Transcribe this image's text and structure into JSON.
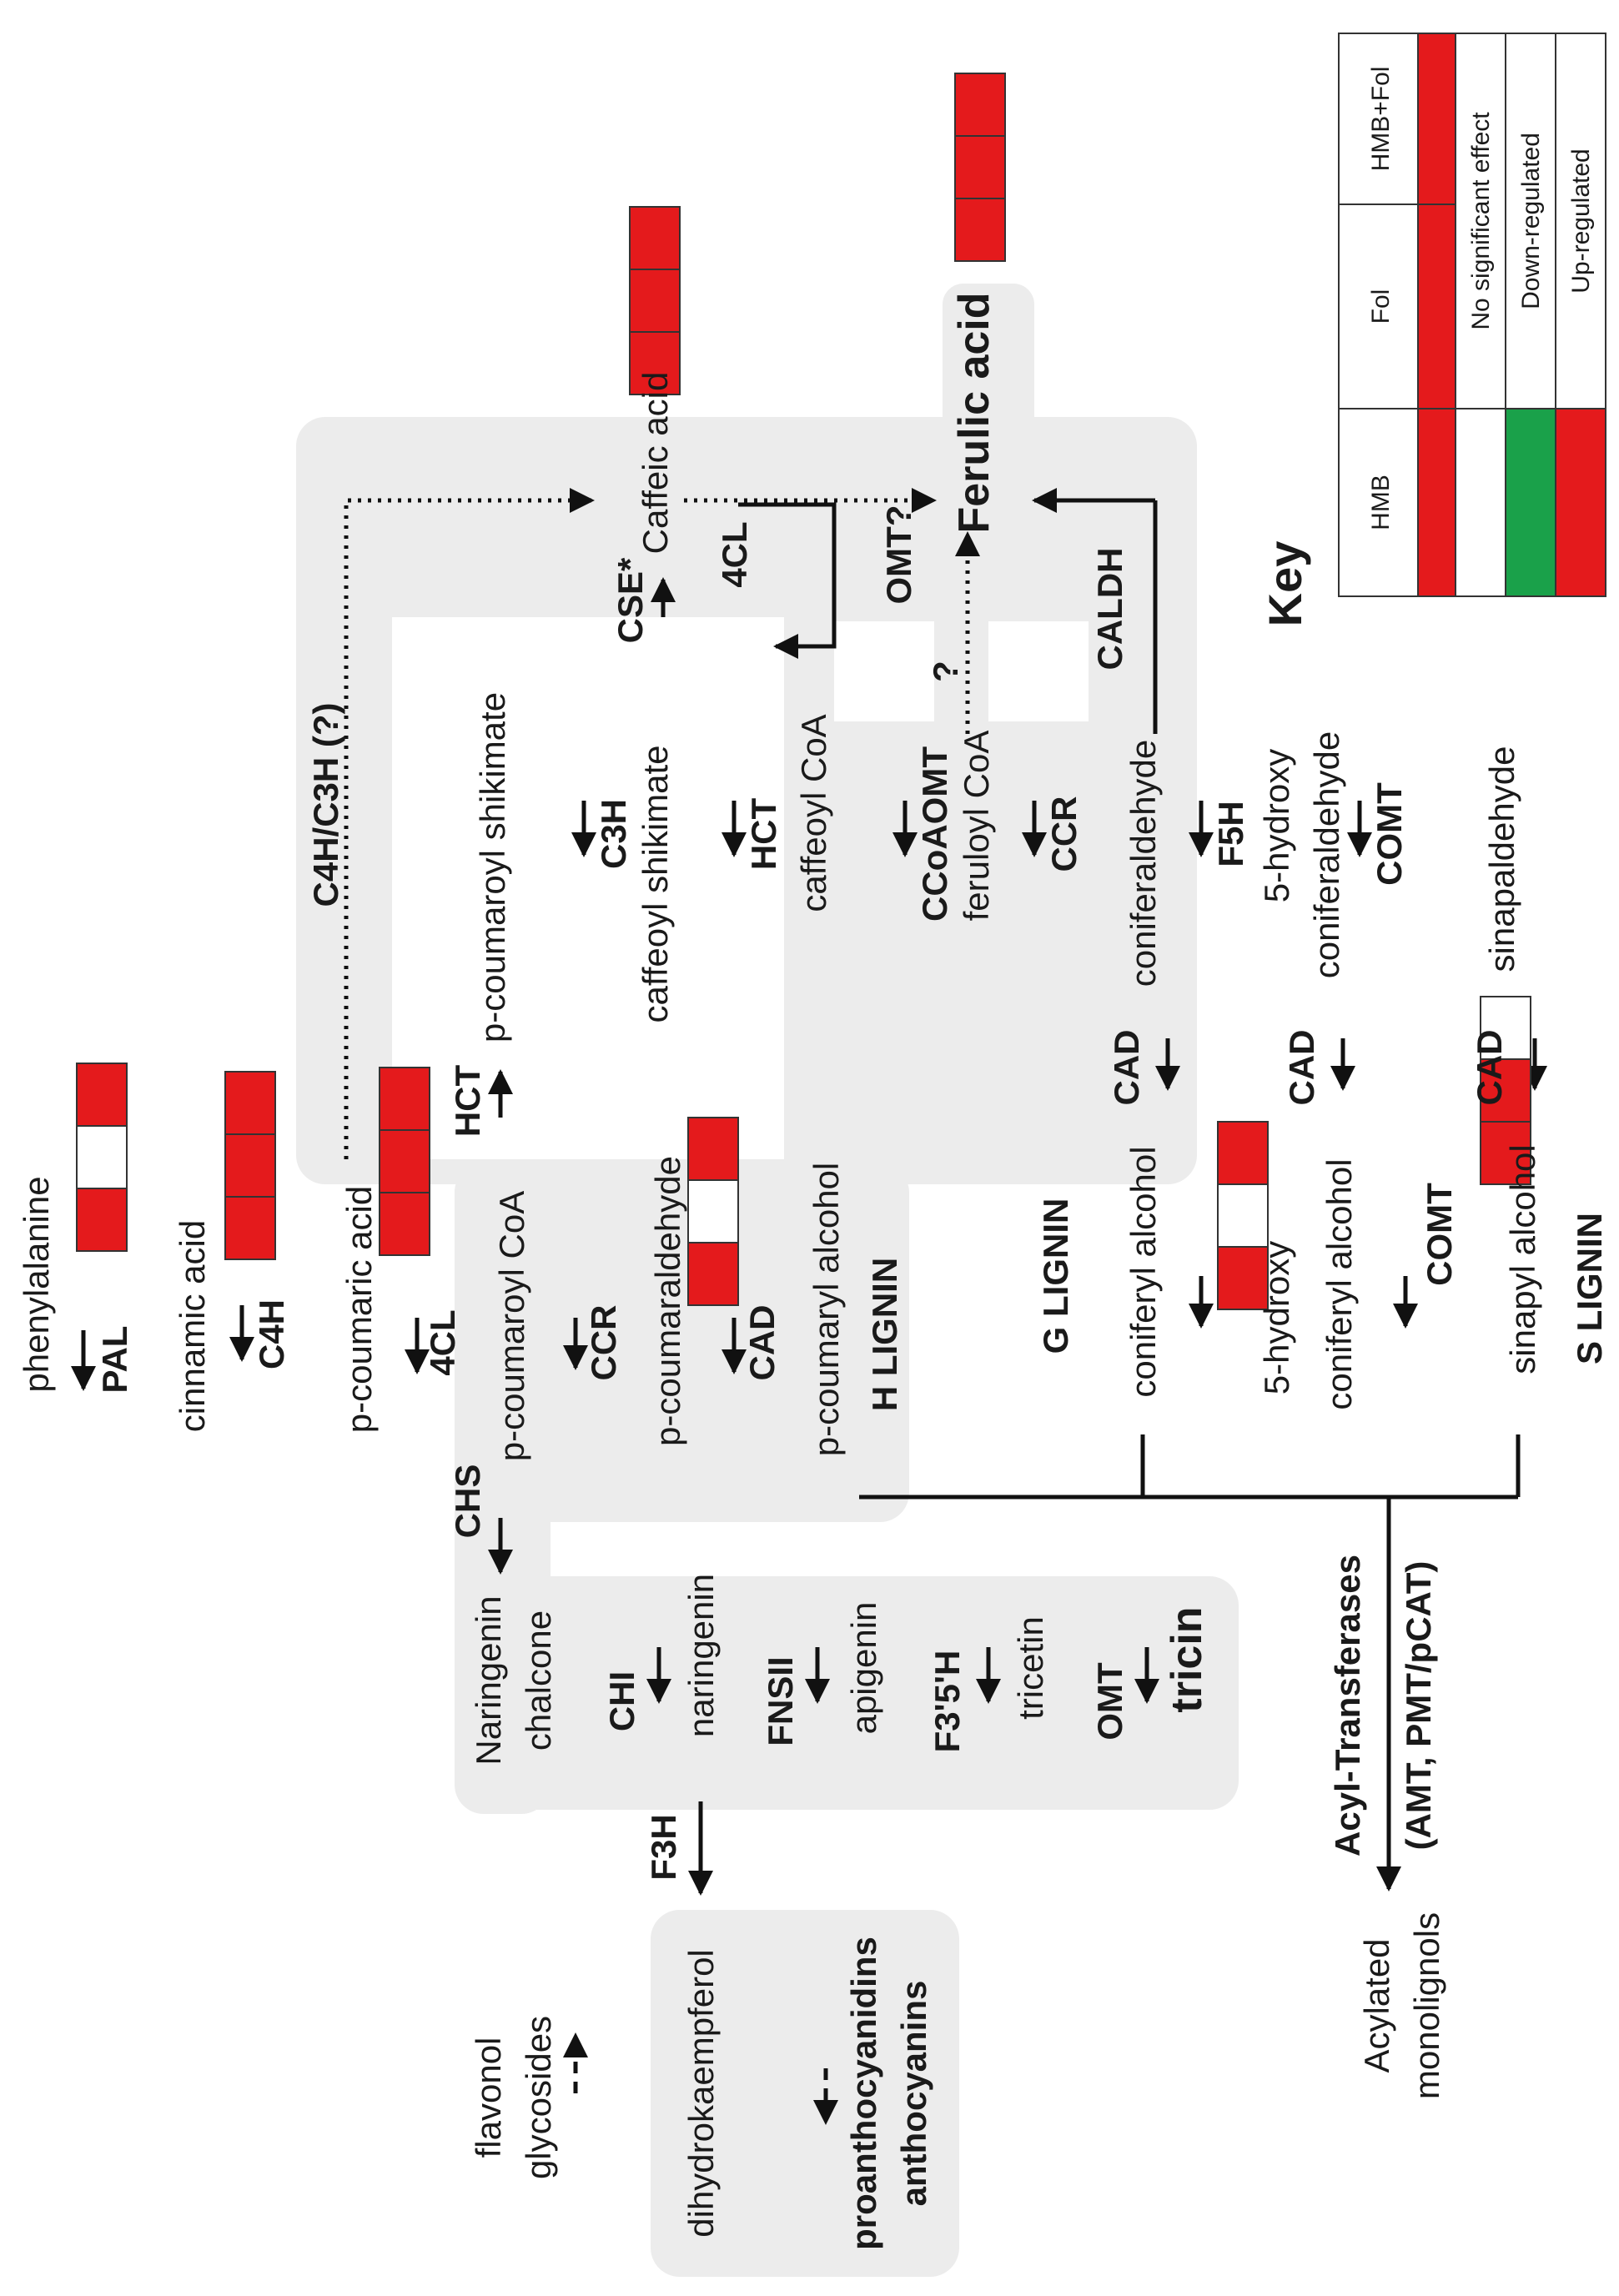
{
  "colors": {
    "up": "#e41a1c",
    "down": "#1aa14a",
    "none": "#ffffff",
    "panel": "#ececec",
    "line": "#111111"
  },
  "compounds": {
    "phenylalanine": "phenylalanine",
    "cinnamic_acid": "cinnamic acid",
    "p_coumaric_acid": "p-coumaric acid",
    "p_coumaroyl_coa": "p-coumaroyl CoA",
    "p_coumaraldehyde": "p-coumaraldehyde",
    "p_coumaryl_alcohol": "p-coumaryl alcohol",
    "p_coumaroyl_shikimate": "p-coumaroyl shikimate",
    "caffeoyl_shikimate": "caffeoyl shikimate",
    "caffeic_acid": "Caffeic acid",
    "caffeoyl_coa": "caffeoyl CoA",
    "feruloyl_coa": "feruloyl CoA",
    "ferulic_acid": "Ferulic acid",
    "coniferaldehyde": "coniferaldehyde",
    "coniferyl_alcohol": "coniferyl alcohol",
    "hydroxy_coniferaldehyde_1": "5-hydroxy",
    "hydroxy_coniferaldehyde_2": "coniferaldehyde",
    "sinapaldehyde": "sinapaldehyde",
    "hydroxy_coniferyl_alcohol_1": "5-hydroxy",
    "hydroxy_coniferyl_alcohol_2": "coniferyl alcohol",
    "sinapyl_alcohol": "sinapyl alcohol",
    "naringenin_chalcone_1": "Naringenin",
    "naringenin_chalcone_2": "chalcone",
    "naringenin": "naringenin",
    "apigenin": "apigenin",
    "tricetin": "tricetin",
    "tricin": "tricin",
    "dihydrokaempferol": "dihydrokaempferol",
    "flavonol_glycosides_1": "flavonol",
    "flavonol_glycosides_2": "glycosides",
    "proanthocyanidins": "proanthocyanidins",
    "anthocyanins": "anthocyanins",
    "acylated_monolignols_1": "Acylated",
    "acylated_monolignols_2": "monolignols"
  },
  "lignins": {
    "h": "H LIGNIN",
    "g": "G LIGNIN",
    "s": "S LIGNIN"
  },
  "enzymes": {
    "pal": "PAL",
    "c4h": "C4H",
    "4cl_1": "4CL",
    "ccr_1": "CCR",
    "cad_1": "CAD",
    "chs": "CHS",
    "hct_1": "HCT",
    "c3h": "C3H",
    "hct_2": "HCT",
    "ccoaomt": "CCoAOMT",
    "ccr_2": "CCR",
    "f5h": "F5H",
    "comt_1": "COMT",
    "cse": "CSE*",
    "4cl_2": "4CL",
    "omt_q": "OMT?",
    "question": "?",
    "caldh": "CALDH",
    "c4h_c3h": "C4H/C3H (?)",
    "cad_2": "CAD",
    "cad_3": "CAD",
    "cad_4": "CAD",
    "comt_2": "COMT",
    "chi": "CHI",
    "fnsii": "FNSII",
    "f3p5ph": "F3'5'H",
    "omt": "OMT",
    "f3h": "F3H",
    "acyl_1": "Acyl-Transferases",
    "acyl_2": "(AMT, PMT/pCAT)"
  },
  "expression_bars": {
    "phenylalanine": [
      "up",
      "none",
      "up"
    ],
    "cinnamic_acid": [
      "up",
      "up",
      "up"
    ],
    "p_coumaric_acid": [
      "up",
      "up",
      "up"
    ],
    "p_coumaraldehyde": [
      "up",
      "none",
      "up"
    ],
    "caffeic_acid": [
      "up",
      "up",
      "up"
    ],
    "ferulic_acid": [
      "up",
      "up",
      "up"
    ],
    "hydroxy_coniferyl_alcohol": [
      "up",
      "none",
      "up"
    ],
    "sinapyl_alcohol": [
      "none",
      "up",
      "up"
    ]
  },
  "key": {
    "title": "Key",
    "columns": [
      "HMB",
      "Fol",
      "HMB+Fol"
    ],
    "legend": [
      {
        "label": "No significant effect",
        "status": "none"
      },
      {
        "label": "Down-regulated",
        "status": "down"
      },
      {
        "label": "Up-regulated",
        "status": "up"
      }
    ]
  }
}
